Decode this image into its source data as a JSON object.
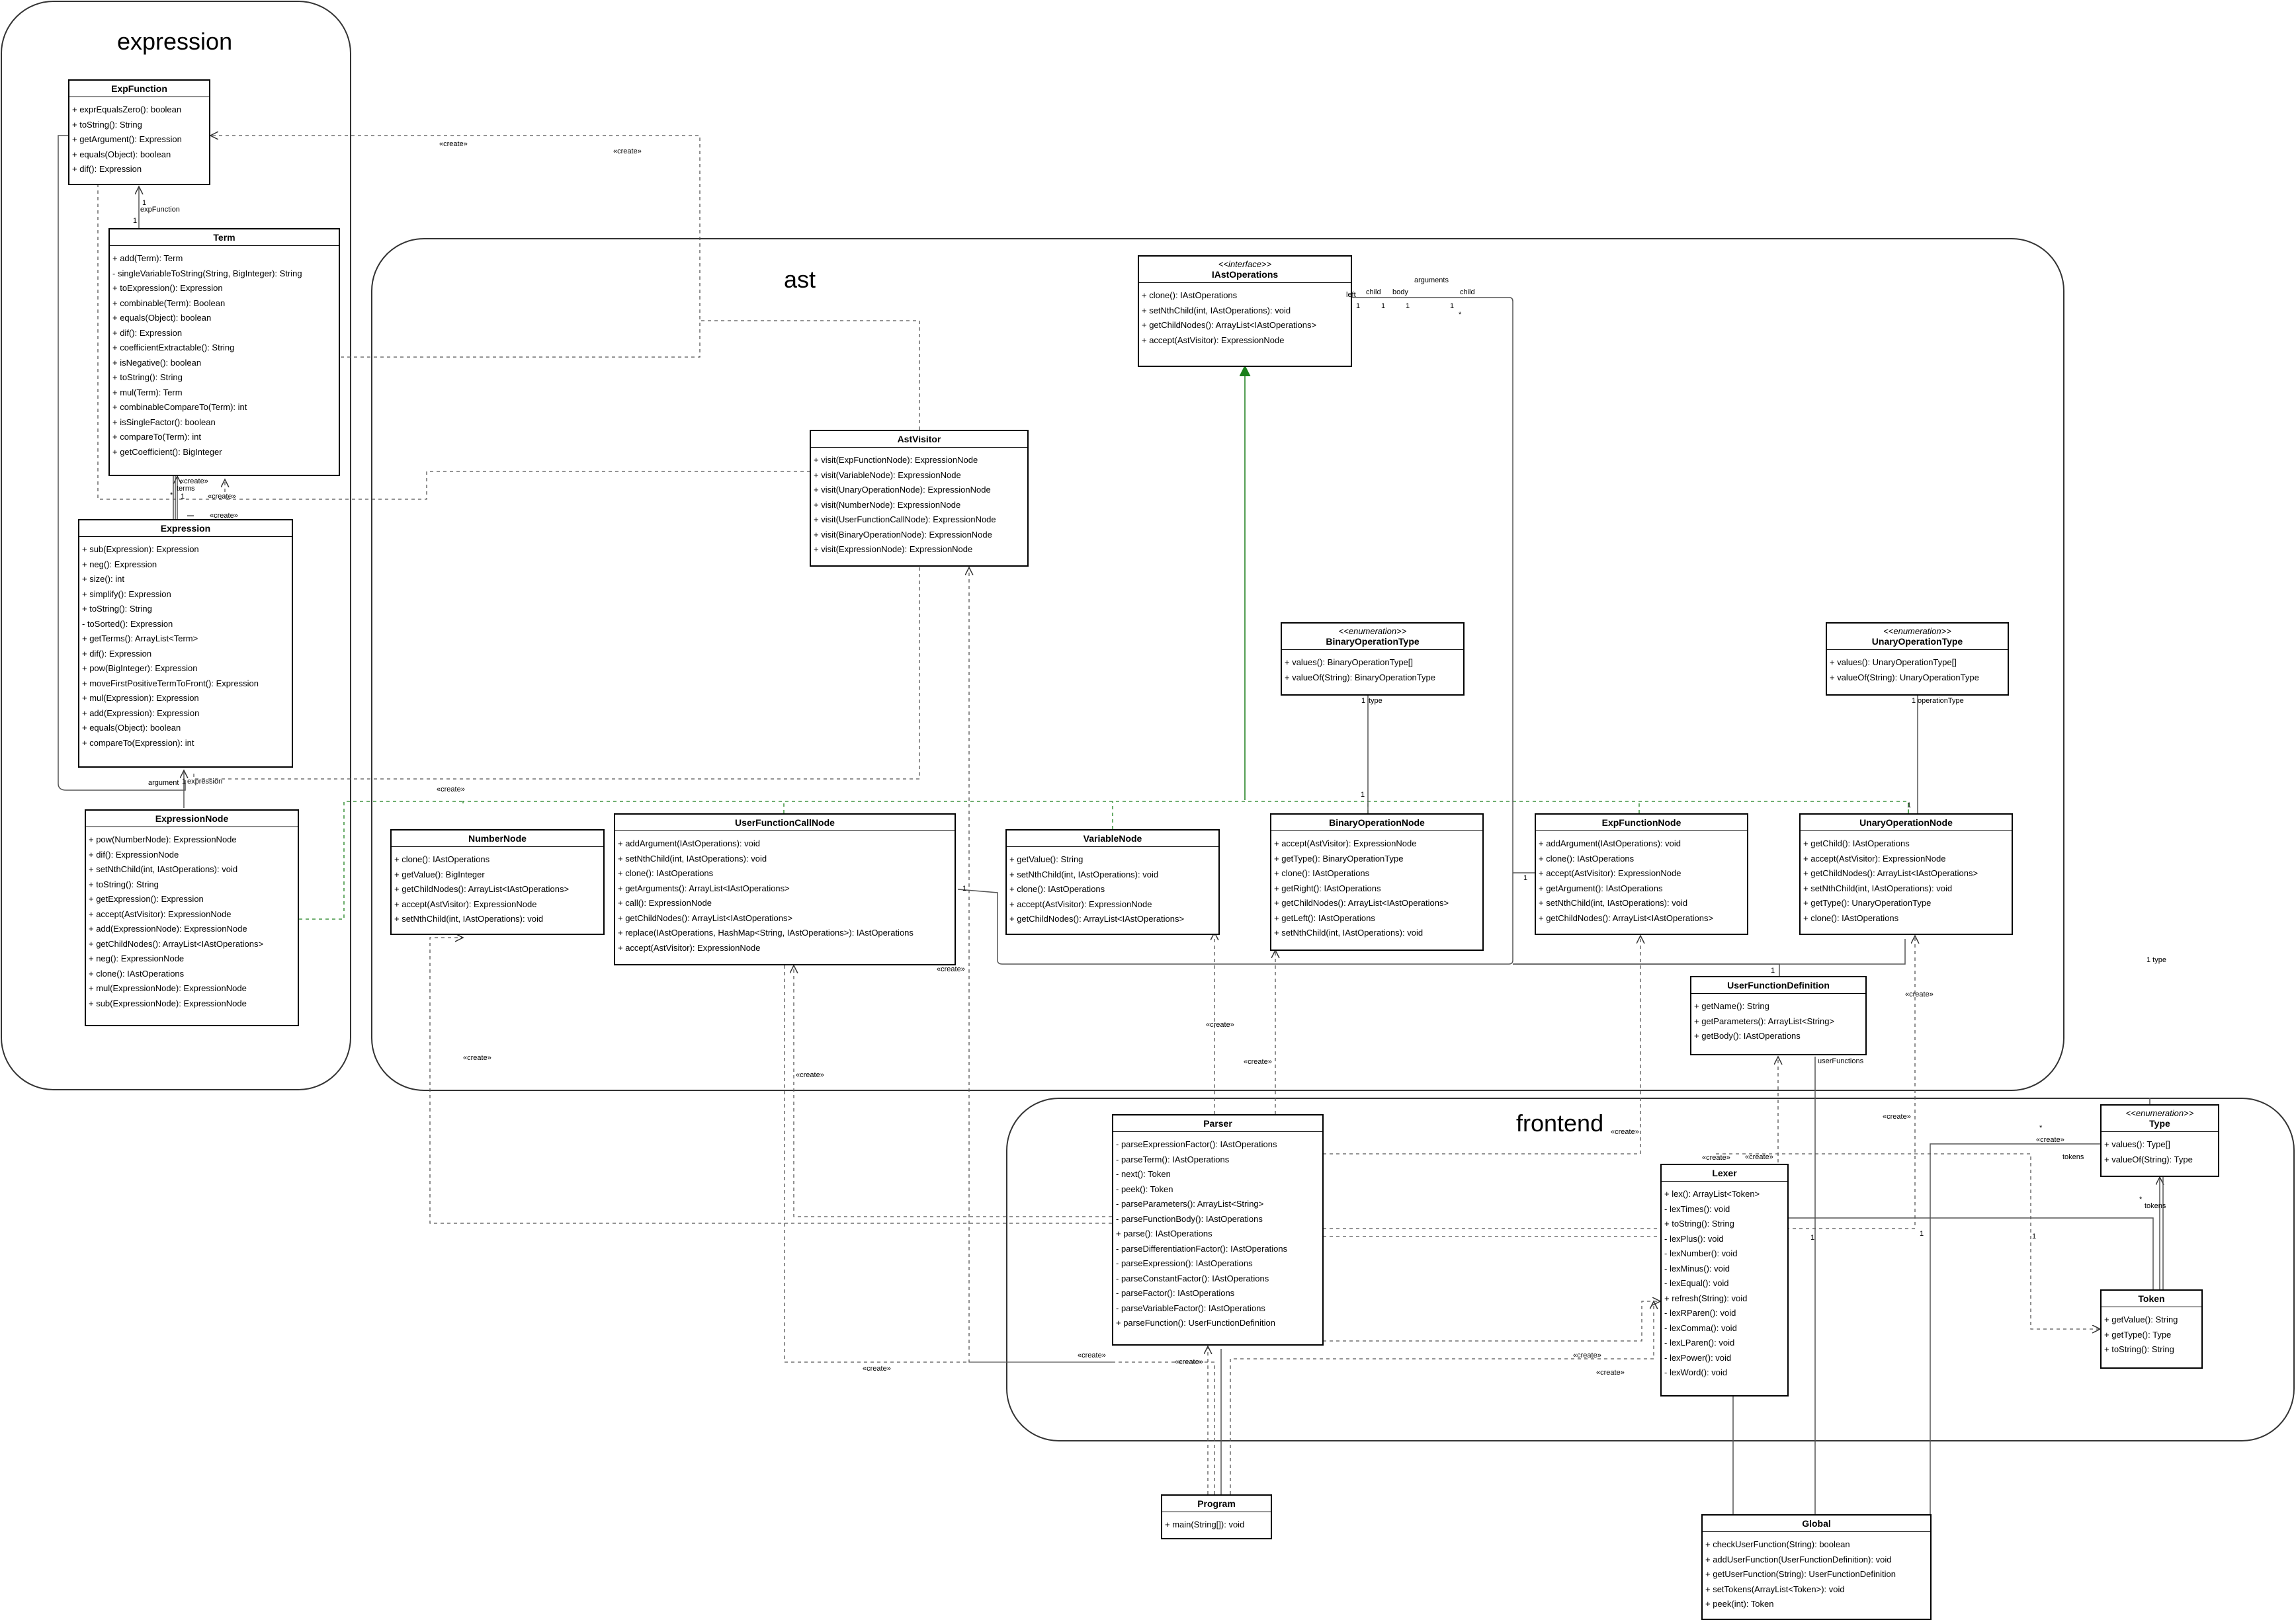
{
  "packages": [
    {
      "label": "expression"
    },
    {
      "label": "ast"
    },
    {
      "label": "frontend"
    }
  ],
  "classes": [
    {
      "name": "ExpFunction",
      "stereotype": "",
      "members": [
        "+ exprEqualsZero(): boolean",
        "+ toString(): String",
        "+ getArgument(): Expression",
        "+ equals(Object): boolean",
        "+ dif(): Expression"
      ]
    },
    {
      "name": "Term",
      "stereotype": "",
      "members": [
        "+ add(Term): Term",
        "- singleVariableToString(String, BigInteger): String",
        "+ toExpression(): Expression",
        "+ combinable(Term): Boolean",
        "+ equals(Object): boolean",
        "+ dif(): Expression",
        "+ coefficientExtractable(): String",
        "+ isNegative(): boolean",
        "+ toString(): String",
        "+ mul(Term): Term",
        "+ combinableCompareTo(Term): int",
        "+ isSingleFactor(): boolean",
        "+ compareTo(Term): int",
        "+ getCoefficient(): BigInteger"
      ]
    },
    {
      "name": "Expression",
      "stereotype": "",
      "members": [
        "+ sub(Expression): Expression",
        "+ neg(): Expression",
        "+ size(): int",
        "+ simplify(): Expression",
        "+ toString(): String",
        "- toSorted(): Expression",
        "+ getTerms(): ArrayList<Term>",
        "+ dif(): Expression",
        "+ pow(BigInteger): Expression",
        "+ moveFirstPositiveTermToFront(): Expression",
        "+ mul(Expression): Expression",
        "+ add(Expression): Expression",
        "+ equals(Object): boolean",
        "+ compareTo(Expression): int"
      ]
    },
    {
      "name": "ExpressionNode",
      "stereotype": "",
      "members": [
        "+ pow(NumberNode): ExpressionNode",
        "+ dif(): ExpressionNode",
        "+ setNthChild(int, IAstOperations): void",
        "+ toString(): String",
        "+ getExpression(): Expression",
        "+ accept(AstVisitor): ExpressionNode",
        "+ add(ExpressionNode): ExpressionNode",
        "+ getChildNodes(): ArrayList<IAstOperations>",
        "+ neg(): ExpressionNode",
        "+ clone(): IAstOperations",
        "+ mul(ExpressionNode): ExpressionNode",
        "+ sub(ExpressionNode): ExpressionNode"
      ]
    },
    {
      "name": "IAstOperations",
      "stereotype": "<<interface>>",
      "members": [
        "+ clone(): IAstOperations",
        "+ setNthChild(int, IAstOperations): void",
        "+ getChildNodes(): ArrayList<IAstOperations>",
        "+ accept(AstVisitor): ExpressionNode"
      ]
    },
    {
      "name": "AstVisitor",
      "stereotype": "",
      "members": [
        "+ visit(ExpFunctionNode): ExpressionNode",
        "+ visit(VariableNode): ExpressionNode",
        "+ visit(UnaryOperationNode): ExpressionNode",
        "+ visit(NumberNode): ExpressionNode",
        "+ visit(UserFunctionCallNode): ExpressionNode",
        "+ visit(BinaryOperationNode): ExpressionNode",
        "+ visit(ExpressionNode): ExpressionNode"
      ]
    },
    {
      "name": "BinaryOperationType",
      "stereotype": "<<enumeration>>",
      "members": [
        "+ values(): BinaryOperationType[]",
        "+ valueOf(String): BinaryOperationType"
      ]
    },
    {
      "name": "UnaryOperationType",
      "stereotype": "<<enumeration>>",
      "members": [
        "+ values(): UnaryOperationType[]",
        "+ valueOf(String): UnaryOperationType"
      ]
    },
    {
      "name": "NumberNode",
      "stereotype": "",
      "members": [
        "+ clone(): IAstOperations",
        "+ getValue(): BigInteger",
        "+ getChildNodes(): ArrayList<IAstOperations>",
        "+ accept(AstVisitor): ExpressionNode",
        "+ setNthChild(int, IAstOperations): void"
      ]
    },
    {
      "name": "UserFunctionCallNode",
      "stereotype": "",
      "members": [
        "+ addArgument(IAstOperations): void",
        "+ setNthChild(int, IAstOperations): void",
        "+ clone(): IAstOperations",
        "+ getArguments(): ArrayList<IAstOperations>",
        "+ call(): ExpressionNode",
        "+ getChildNodes(): ArrayList<IAstOperations>",
        "+ replace(IAstOperations, HashMap<String, IAstOperations>): IAstOperations",
        "+ accept(AstVisitor): ExpressionNode"
      ]
    },
    {
      "name": "VariableNode",
      "stereotype": "",
      "members": [
        "+ getValue(): String",
        "+ setNthChild(int, IAstOperations): void",
        "+ clone(): IAstOperations",
        "+ accept(AstVisitor): ExpressionNode",
        "+ getChildNodes(): ArrayList<IAstOperations>"
      ]
    },
    {
      "name": "BinaryOperationNode",
      "stereotype": "",
      "members": [
        "+ accept(AstVisitor): ExpressionNode",
        "+ getType(): BinaryOperationType",
        "+ clone(): IAstOperations",
        "+ getRight(): IAstOperations",
        "+ getChildNodes(): ArrayList<IAstOperations>",
        "+ getLeft(): IAstOperations",
        "+ setNthChild(int, IAstOperations): void"
      ]
    },
    {
      "name": "ExpFunctionNode",
      "stereotype": "",
      "members": [
        "+ addArgument(IAstOperations): void",
        "+ clone(): IAstOperations",
        "+ accept(AstVisitor): ExpressionNode",
        "+ getArgument(): IAstOperations",
        "+ setNthChild(int, IAstOperations): void",
        "+ getChildNodes(): ArrayList<IAstOperations>"
      ]
    },
    {
      "name": "UnaryOperationNode",
      "stereotype": "",
      "members": [
        "+ getChild(): IAstOperations",
        "+ accept(AstVisitor): ExpressionNode",
        "+ getChildNodes(): ArrayList<IAstOperations>",
        "+ setNthChild(int, IAstOperations): void",
        "+ getType(): UnaryOperationType",
        "+ clone(): IAstOperations"
      ]
    },
    {
      "name": "UserFunctionDefinition",
      "stereotype": "",
      "members": [
        "+ getName(): String",
        "+ getParameters(): ArrayList<String>",
        "+ getBody(): IAstOperations"
      ]
    },
    {
      "name": "Parser",
      "stereotype": "",
      "members": [
        "- parseExpressionFactor(): IAstOperations",
        "- parseTerm(): IAstOperations",
        "- next(): Token",
        "- peek(): Token",
        "- parseParameters(): ArrayList<String>",
        "- parseFunctionBody(): IAstOperations",
        "+ parse(): IAstOperations",
        "- parseDifferentiationFactor(): IAstOperations",
        "- parseExpression(): IAstOperations",
        "- parseConstantFactor(): IAstOperations",
        "- parseFactor(): IAstOperations",
        "- parseVariableFactor(): IAstOperations",
        "+ parseFunction(): UserFunctionDefinition"
      ]
    },
    {
      "name": "Lexer",
      "stereotype": "",
      "members": [
        "+ lex(): ArrayList<Token>",
        "- lexTimes(): void",
        "+ toString(): String",
        "- lexPlus(): void",
        "- lexNumber(): void",
        "- lexMinus(): void",
        "- lexEqual(): void",
        "+ refresh(String): void",
        "- lexRParen(): void",
        "- lexComma(): void",
        "- lexLParen(): void",
        "- lexPower(): void",
        "- lexWord(): void"
      ]
    },
    {
      "name": "Type",
      "stereotype": "<<enumeration>>",
      "members": [
        "+ values(): Type[]",
        "+ valueOf(String): Type"
      ]
    },
    {
      "name": "Token",
      "stereotype": "",
      "members": [
        "+ getValue(): String",
        "+ getType(): Type",
        "+ toString(): String"
      ]
    },
    {
      "name": "Program",
      "stereotype": "",
      "members": [
        "+ main(String[]): void"
      ]
    },
    {
      "name": "Global",
      "stereotype": "",
      "members": [
        "+ checkUserFunction(String): boolean",
        "+ addUserFunction(UserFunctionDefinition): void",
        "+ getUserFunction(String): UserFunctionDefinition",
        "+ setTokens(ArrayList<Token>): void",
        "+ peek(int): Token"
      ]
    }
  ],
  "labels": [
    "«create»",
    "«create»",
    "1",
    "expFunction",
    "1",
    "terms",
    "«create»",
    "*",
    "1",
    "«create»",
    "«create»",
    "argument",
    "1",
    "expression",
    "«create»",
    "left",
    "child",
    "body",
    "arguments",
    "child",
    "1",
    "1",
    "1",
    "1",
    "*",
    "1",
    "type",
    "1",
    "operationType",
    "1",
    "1",
    "1",
    "1",
    "1",
    "«create»",
    "«create»",
    "«create»",
    "«create»",
    "«create»",
    "«create»",
    "«create»",
    "«create»",
    "«create»",
    "«create»",
    "«create»",
    "userFunctions",
    "«create»",
    "«create»",
    "«create»",
    "1 type",
    "*",
    "«create»",
    "tokens",
    "*",
    "tokens",
    "1",
    "1",
    "1",
    "«create»"
  ]
}
